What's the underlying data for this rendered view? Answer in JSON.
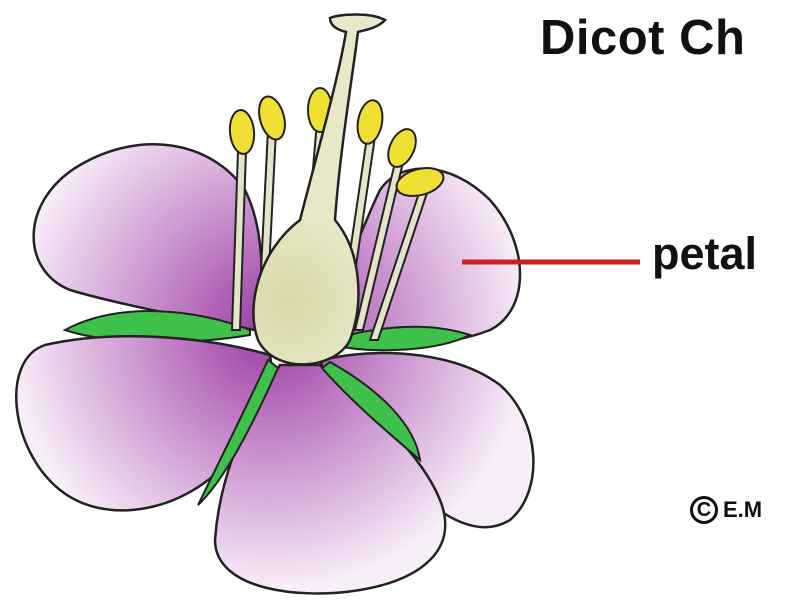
{
  "diagram": {
    "title": "Dicot Ch",
    "callout": "petal",
    "credit": "E.M",
    "colors": {
      "petal_deep": "#a24aa8",
      "petal_light": "#f4e8f5",
      "sepal": "#3fc04a",
      "pistil": "#dcdcb0",
      "anther": "#f0e033",
      "pointer": "#d21f1f",
      "outline": "#222222"
    },
    "icons": [
      "copyright-icon"
    ]
  }
}
